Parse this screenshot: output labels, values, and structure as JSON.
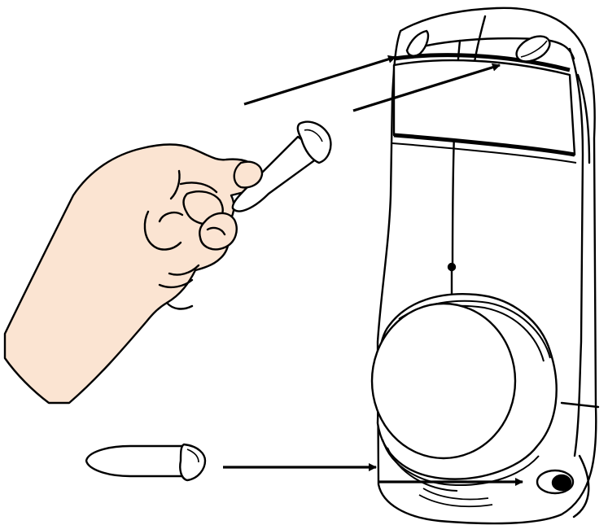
{
  "figure": {
    "parts": [
      "device-body",
      "top-window",
      "lens",
      "insert-pin-top-left",
      "insert-pin-top-right",
      "insert-pin-bottom",
      "hand"
    ],
    "colors": {
      "line": "#000000",
      "skin": "#fbe4d2",
      "paper": "#ffffff"
    }
  }
}
